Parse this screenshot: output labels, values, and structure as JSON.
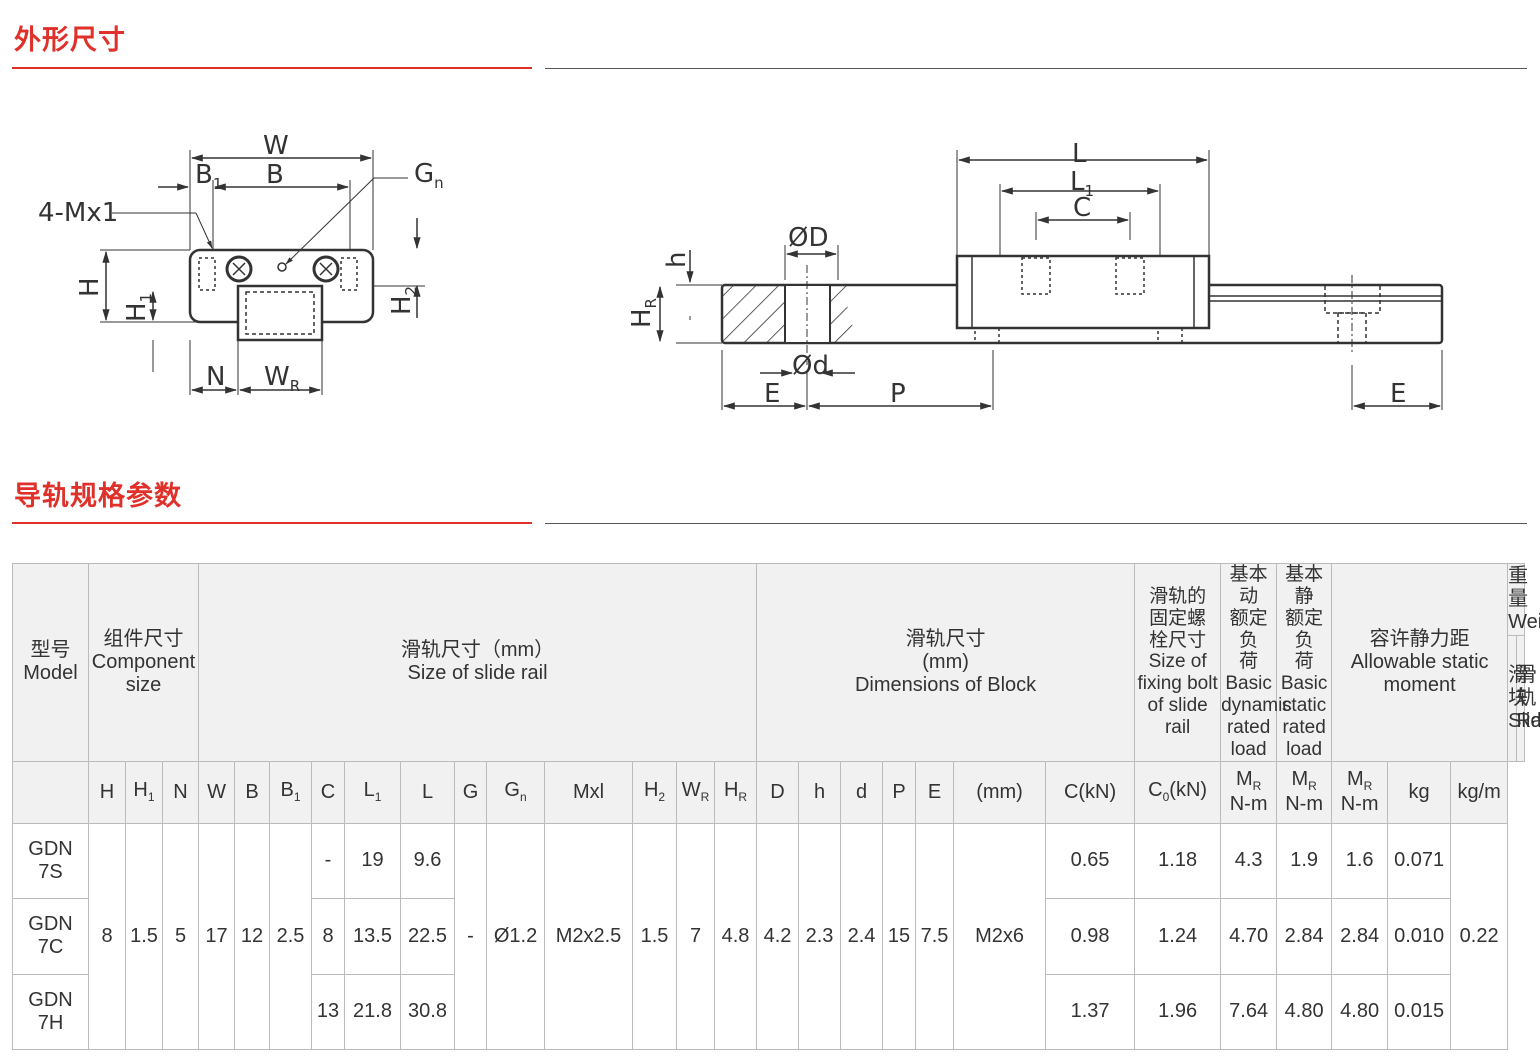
{
  "sections": {
    "dimensions_title": "外形尺寸",
    "specs_title": "导轨规格参数"
  },
  "drawing": {
    "front": {
      "W": "W",
      "B": "B",
      "B1": "B",
      "B1_sub": "1",
      "Gn": "G",
      "Gn_sub": "n",
      "M": "4-Mx1",
      "H": "H",
      "H1": "H",
      "H1_sub": "1",
      "H2": "H",
      "H2_sub": "2",
      "N": "N",
      "WR": "W",
      "WR_sub": "R"
    },
    "side": {
      "L": "L",
      "L1": "L",
      "L1_sub": "1",
      "C": "C",
      "D": "ØD",
      "d": "Ød",
      "h": "h",
      "HR": "H",
      "HR_sub": "R",
      "E": "E",
      "P": "P"
    }
  },
  "table": {
    "h_model_cn": "型号",
    "h_model_en": "Model",
    "h_comp_cn": "组件尺寸",
    "h_comp_en": "Component\nsize",
    "h_rail_cn": "滑轨尺寸（mm）",
    "h_rail_en": "Size of slide rail",
    "h_block_cn": "滑轨尺寸\n(mm)",
    "h_block_en": "Dimensions of Block",
    "h_bolt": "滑轨的\n固定螺\n栓尺寸\nSize of\nfixing bolt\nof slide\nrail",
    "h_dyn": "基本动\n额定负\n荷\nBasic\ndynamic\nrated\nload",
    "h_stat": "基本静\n额定负\n荷\nBasic\nstatic\nrated\nload",
    "h_moment_cn": "容许静力距",
    "h_moment_en": "Allowable static\nmoment",
    "h_weight": "重量\nWeight",
    "h_slider": "滑块\nSlider",
    "h_rails": "滑轨\nRails",
    "cols": {
      "H": "H",
      "H1": "H",
      "H1s": "1",
      "N": "N",
      "W": "W",
      "B": "B",
      "B1": "B",
      "B1s": "1",
      "C": "C",
      "L1": "L",
      "L1s": "1",
      "L": "L",
      "G": "G",
      "Gn": "G",
      "Gns": "n",
      "Mxl": "Mxl",
      "H2": "H",
      "H2s": "2",
      "WR": "W",
      "WRs": "R",
      "HR": "H",
      "HRs": "R",
      "D": "D",
      "h": "h",
      "d": "d",
      "P": "P",
      "E": "E",
      "mm": "(mm)",
      "CkN": "C(kN)",
      "C0": "C",
      "C0s": "0",
      "C0u": "(kN)",
      "MR": "M",
      "MRs": "R",
      "Nm": "N-m",
      "kg": "kg",
      "kgm": "kg/m"
    },
    "rows": [
      {
        "model": "GDN\n7S",
        "C": "-",
        "L1": "19",
        "L": "9.6",
        "C_kN": "0.65",
        "C0": "1.18",
        "M1": "4.3",
        "M2": "1.9",
        "M3": "1.6",
        "slider": "0.071"
      },
      {
        "model": "GDN\n7C",
        "C": "8",
        "L1": "13.5",
        "L": "22.5",
        "C_kN": "0.98",
        "C0": "1.24",
        "M1": "4.70",
        "M2": "2.84",
        "M3": "2.84",
        "slider": "0.010"
      },
      {
        "model": "GDN\n7H",
        "C": "13",
        "L1": "21.8",
        "L": "30.8",
        "C_kN": "1.37",
        "C0": "1.96",
        "M1": "7.64",
        "M2": "4.80",
        "M3": "4.80",
        "slider": "0.015"
      }
    ],
    "shared": {
      "H": "8",
      "H1": "1.5",
      "N": "5",
      "W": "17",
      "B": "12",
      "B1": "2.5",
      "G": "-",
      "Gn": "Ø1.2",
      "Mxl": "M2x2.5",
      "H2": "1.5",
      "WR": "7",
      "HR": "4.8",
      "D": "4.2",
      "h": "2.3",
      "d": "2.4",
      "P": "15",
      "E": "7.5",
      "bolt": "M2x6",
      "rails": "0.22"
    }
  }
}
